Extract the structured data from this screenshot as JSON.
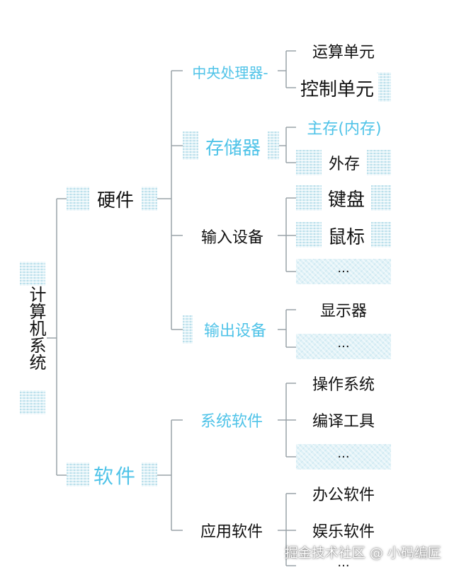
{
  "root": "计算机系统",
  "level1": {
    "hardware": "硬件",
    "software": "软件"
  },
  "level2": {
    "cpu": "中央处理器-",
    "storage": "存储器",
    "input": "输入设备",
    "output": "输出设备",
    "system_software": "系统软件",
    "app_software": "应用软件"
  },
  "level3": {
    "alu": "运算单元",
    "control_unit": "控制单元",
    "main_memory": "主存(内存)",
    "external_storage": "外存",
    "keyboard": "键盘",
    "mouse": "鼠标",
    "input_more": "···",
    "display": "显示器",
    "output_more": "···",
    "os": "操作系统",
    "compiler": "编译工具",
    "sys_more": "···",
    "office": "办公软件",
    "entertainment": "娱乐软件",
    "app_more": "···"
  },
  "watermark": "掘金技术社区 @ 小码编匠",
  "colors": {
    "accent_blue": "#4fc3e8",
    "line_gray": "#9aa3a8",
    "text_black": "#111111"
  }
}
